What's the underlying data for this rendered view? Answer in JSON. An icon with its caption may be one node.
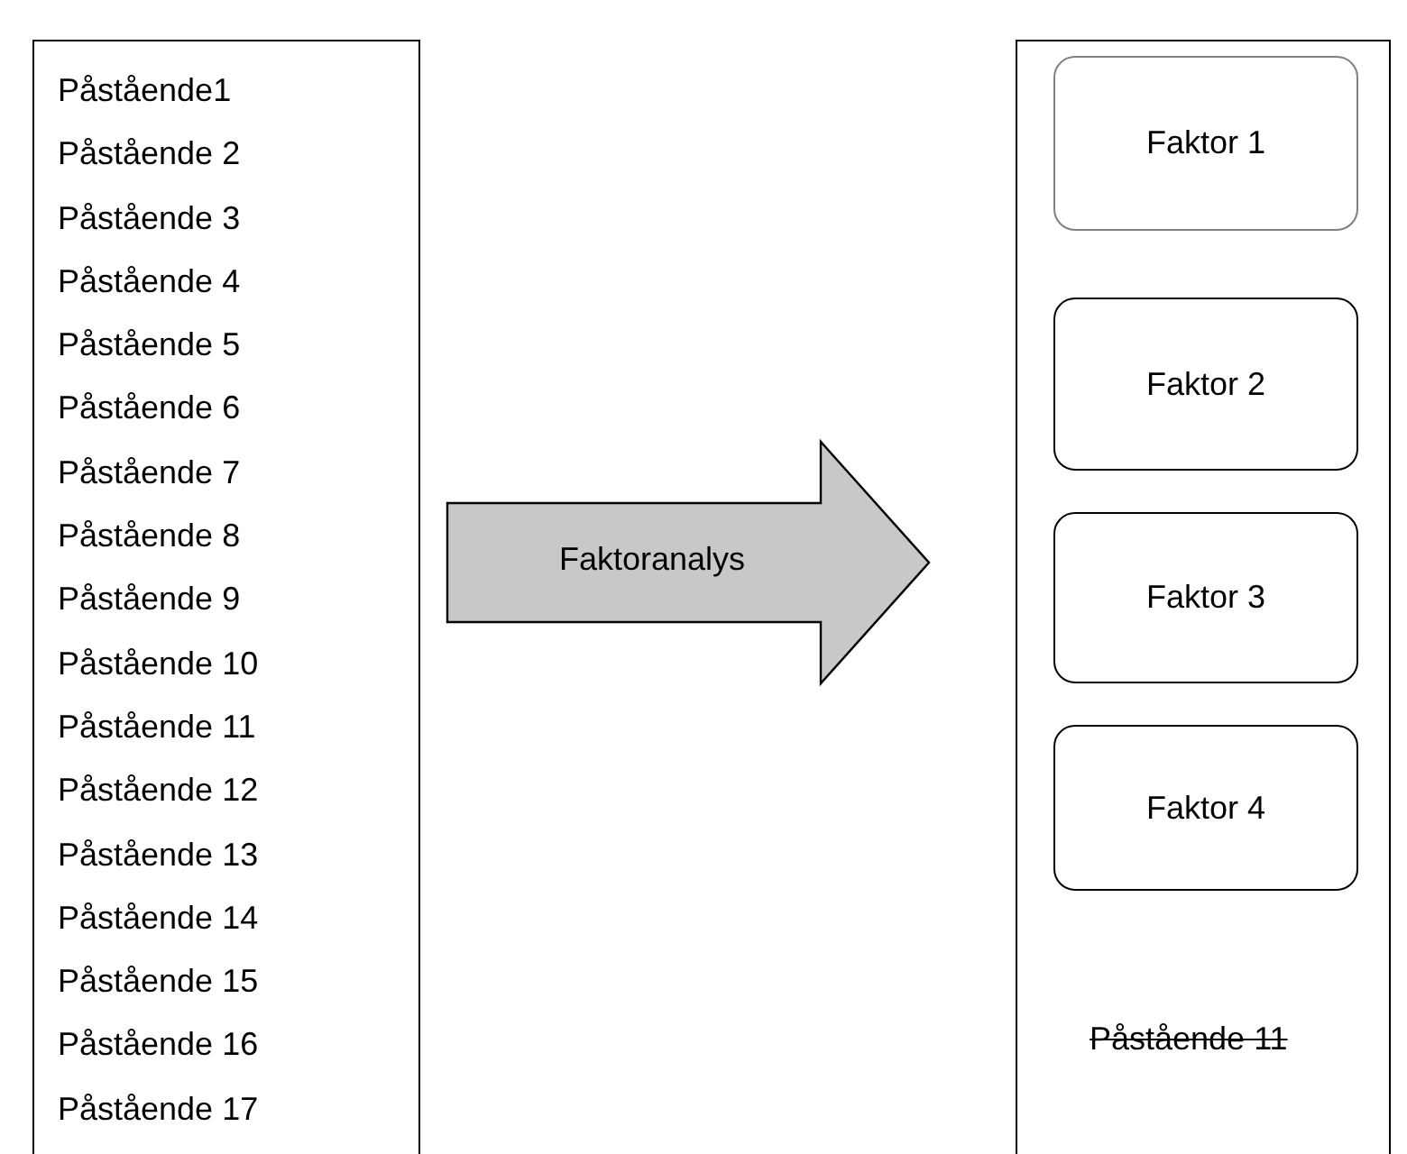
{
  "diagram": {
    "nodes": [
      {
        "text": [
          "Påstående1",
          "Påstående 2",
          "Påstående 3",
          "Påstående 4",
          "Påstående 5",
          "Påstående 6",
          "Påstående 7",
          "Påstående 8",
          "Påstående 9",
          "Påstående 10",
          "Påstående 11",
          "Påstående 12",
          "Påstående 13",
          "Påstående 14",
          "Påstående 15",
          "Påstående 16",
          "Påstående 17"
        ]
      },
      {
        "text": [],
        "shape": "box"
      },
      {
        "text": [
          "Faktor 1"
        ],
        "in": 1
      },
      {
        "text": [
          "Faktor 2"
        ],
        "in": 1
      },
      {
        "text": [
          "Faktor 3"
        ],
        "in": 1
      },
      {
        "text": [
          "Faktor 4"
        ],
        "in": 1
      }
    ],
    "edges": [
      {
        "from": 0,
        "to": 1,
        "arrow": "to",
        "label": "Faktoranalys"
      }
    ],
    "labels": [
      "Påstående 11"
    ]
  }
}
